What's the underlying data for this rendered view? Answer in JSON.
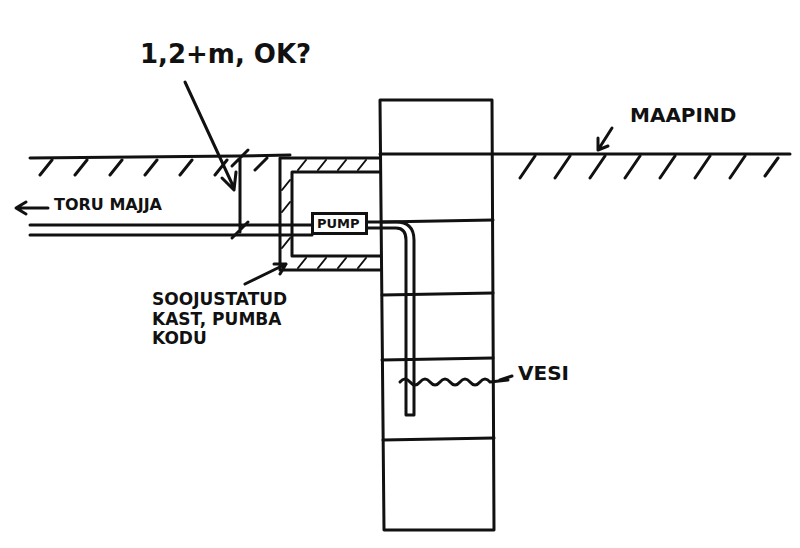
{
  "diagram": {
    "nodes": [
      {
        "text": [
          "PUMP"
        ]
      }
    ],
    "labels": [
      "1,2+m, OK?",
      "MAAPIND",
      "TORU MAJJA",
      "SOOJUSTATUD KAST, PUMBA KODU",
      "VESI"
    ]
  }
}
